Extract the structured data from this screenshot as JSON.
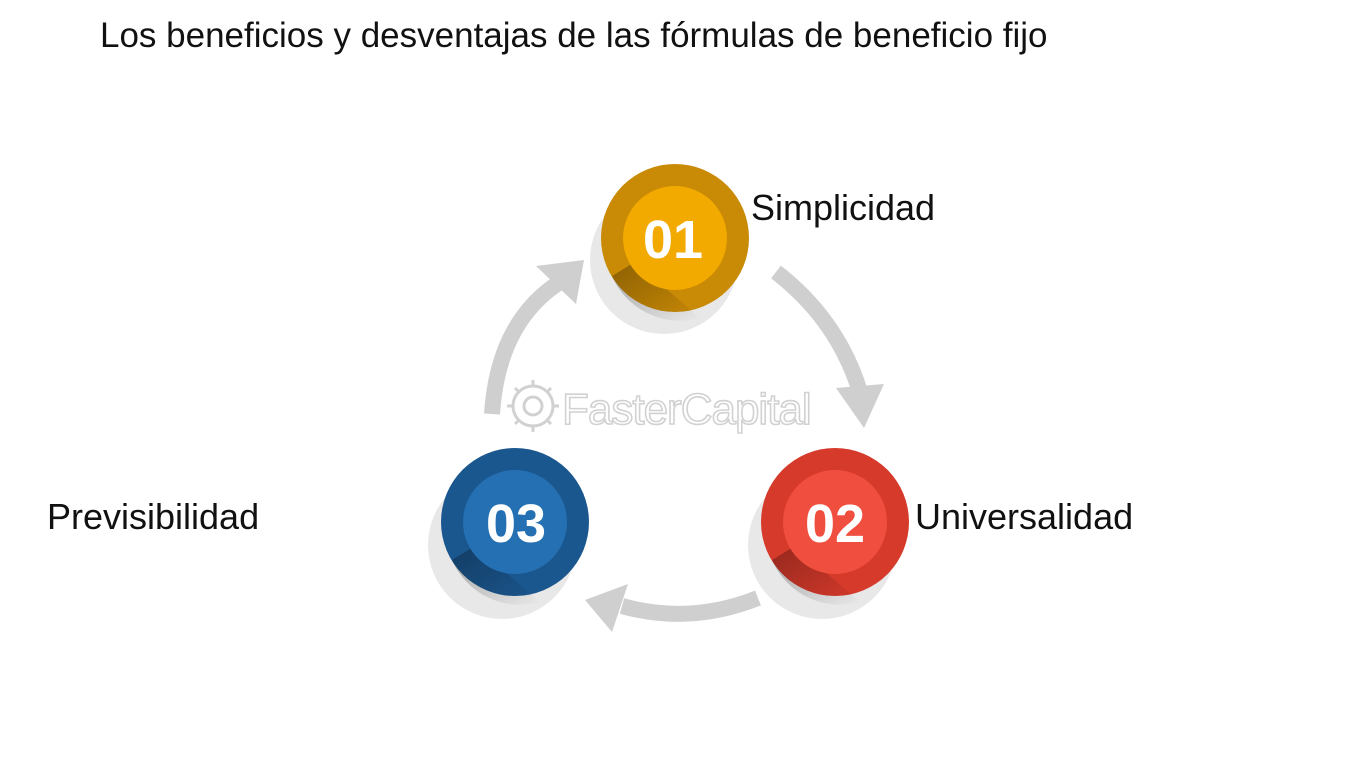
{
  "title": "Los beneficios y desventajas de las fórmulas de beneficio fijo",
  "steps": [
    {
      "number": "01",
      "label": "Simplicidad",
      "color": "#F2A900",
      "dark": "#C98A05",
      "shadow": "#7A5A10"
    },
    {
      "number": "02",
      "label": "Universalidad",
      "color": "#F04E3E",
      "dark": "#D63A2B",
      "shadow": "#7A2318"
    },
    {
      "number": "03",
      "label": "Previsibilidad",
      "color": "#2470B3",
      "dark": "#1B578F",
      "shadow": "#0E2E4D"
    }
  ],
  "watermark": "FasterCapital",
  "arrow_color": "#CFCFCF"
}
